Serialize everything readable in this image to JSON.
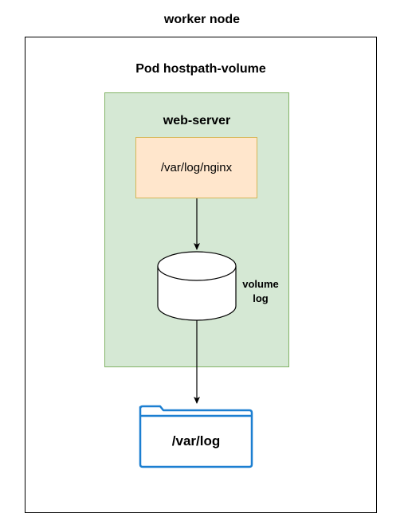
{
  "diagram": {
    "worker_node": {
      "label": "worker node"
    },
    "pod": {
      "label": "Pod hostpath-volume"
    },
    "container": {
      "label": "web-server",
      "mount_path": "/var/log/nginx"
    },
    "volume": {
      "line1": "volume",
      "line2": "log"
    },
    "host_path": {
      "label": "/var/log"
    }
  },
  "colors": {
    "pod_fill": "#d5e8d4",
    "pod_stroke": "#82b366",
    "mount_fill": "#ffe6cc",
    "mount_stroke": "#d6b656",
    "folder_stroke": "#1c7fd1",
    "line": "#000000"
  },
  "icons": [
    "cylinder-volume-icon",
    "folder-icon"
  ]
}
